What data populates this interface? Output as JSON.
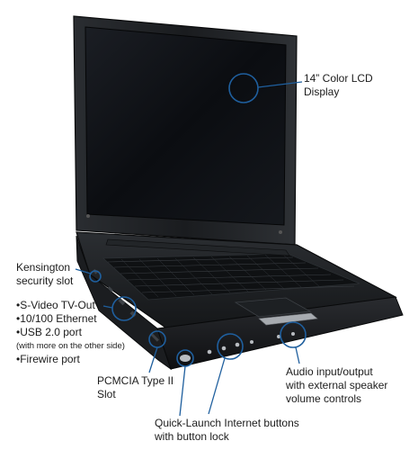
{
  "callouts": {
    "display": {
      "line1": "14” Color LCD",
      "line2": "Display"
    },
    "kensington": {
      "line1": "Kensington",
      "line2": "security slot"
    },
    "ports": {
      "items": [
        "•S-Video TV-Out",
        "•10/100 Ethernet",
        "•USB 2.0 port"
      ],
      "note": "(with more on the other side)",
      "last": "•Firewire port"
    },
    "pcmcia": {
      "line1": "PCMCIA Type II",
      "line2": "Slot"
    },
    "audio": {
      "line1": "Audio input/output",
      "line2": "with external speaker",
      "line3": "volume controls"
    },
    "quicklaunch": {
      "line1": "Quick-Launch Internet buttons",
      "line2": "with button lock"
    }
  },
  "colors": {
    "body": "#16181b",
    "screen": "#0c0e12",
    "callout": "#1f5f9e"
  },
  "icons": [
    "laptop-illustration",
    "callout-circle-icon",
    "callout-line-icon"
  ]
}
